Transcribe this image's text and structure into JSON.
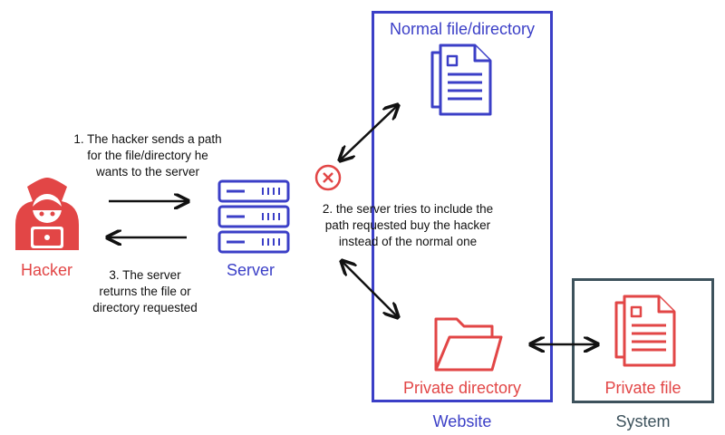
{
  "labels": {
    "hacker": "Hacker",
    "server": "Server",
    "normal_file": "Normal file/directory",
    "private_directory": "Private directory",
    "private_file": "Private file",
    "website": "Website",
    "system": "System"
  },
  "steps": {
    "step1": [
      "1. The hacker sends a path",
      "for the file/directory he",
      "wants to the server"
    ],
    "step2": [
      "2. the server tries to include the",
      "path requested buy the hacker",
      "instead of the normal one"
    ],
    "step3": [
      "3. The server",
      "returns the file or",
      "directory requested"
    ]
  },
  "colors": {
    "red": "#e24646",
    "blue": "#3b3fc7",
    "gray": "#3d525c"
  },
  "icons": [
    "hacker-icon",
    "server-icon",
    "document-icon",
    "folder-icon",
    "cross-icon"
  ]
}
